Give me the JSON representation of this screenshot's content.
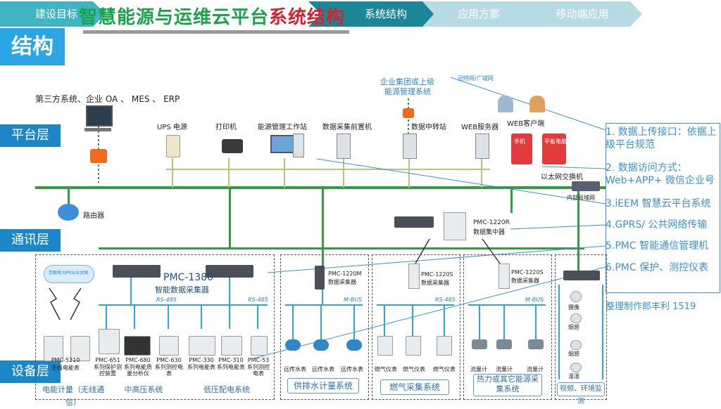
{
  "nav": {
    "tab1": "建设目标",
    "tab2": "系统结构",
    "tab3": "应用方案",
    "tab4": "移动端应用"
  },
  "title": {
    "part1": "智慧能源与运维云平台",
    "part2": "系统结构"
  },
  "section_tag": "结构",
  "layers": {
    "platform": "平台层",
    "comm": "通讯层",
    "device": "设备层"
  },
  "top": {
    "third_party": "第三方系统、企业 OA 、 MES 、 ERP",
    "enterprise": "企业集团或上级",
    "enterprise2": "能源管理系统",
    "internet": "因特网/广域网",
    "web_client": "WEB客户端",
    "ethernet_switch": "以太网交换机",
    "intranet": "内部局域网",
    "router": "路由器"
  },
  "platform_devices": [
    "UPS 电源",
    "打印机",
    "能源管理工作站",
    "数据采集前置机",
    "数据中转站",
    "WEB服务器"
  ],
  "mobile_labels": [
    "手机",
    "平板电脑"
  ],
  "collectors": {
    "pmc1380": "PMC-1380",
    "pmc1380_sub": "智能数据采集器",
    "pmc1220r": "PMC-1220R",
    "pmc1220r_sub": "数据集中器",
    "pmc1220m": "PMC-1220M",
    "pmc1220m_sub": "数据采集器",
    "pmc1220s": "PMC-1220S",
    "pmc1220s_sub": "数据采集器",
    "pmc1220s2": "PMC-1220S",
    "pmc1220s2_sub": "数据采集器",
    "cloud": "互联网 GPRS/以太网"
  },
  "buses": [
    "RS-485",
    "RS-485",
    "M-BUS",
    "RS-485",
    "M-BUS"
  ],
  "meters": {
    "m5210": "PMC-5210",
    "m5210_sub": "无线电能表",
    "m651": "PMC-651",
    "m651_sub": "系列保护测控装置",
    "m680": "PMC-680",
    "m680_sub": "系列电能质量分析仪",
    "m630": "PMC-630",
    "m630_sub": "系列测控电表",
    "m330": "PMC-330",
    "m330_sub": "系列电能表",
    "m310": "PMC-310",
    "m310_sub": "系列电能表",
    "m53": "PMC-53",
    "m53_sub": "系列测控电表",
    "water": [
      "远传水表",
      "远传水表",
      "远传水表"
    ],
    "gas": [
      "燃气仪表",
      "燃气仪表",
      "燃气仪表"
    ],
    "flow": [
      "流量计",
      "流量计",
      "流量计"
    ],
    "video": [
      "摄像",
      "烟感",
      "烟感",
      "温湿"
    ]
  },
  "categories": {
    "c1": "电能计量（无线通信）",
    "c2": "中高压系统",
    "c3": "低压配电系统",
    "c4": "供排水计量系统",
    "c5": "燃气采集系统",
    "c6": "热力或其它能源采集系统",
    "c7": "视频、环境监测"
  },
  "annotations": [
    "1. 数据上传接口：依据上级平台规范",
    "2. 数据访问方式：Web+APP+ 微信企业号",
    "3.iEEM 智慧云平台系统",
    "4.GPRS/ 公共网络传输",
    "5.PMC 智能通信管理机",
    "6.PMC 保护、测控仪表"
  ],
  "credit": "整理制作郎丰利 1519",
  "colors": {
    "nav_active": "#1b8698",
    "nav_inactive": "#b7dbe2",
    "title_green": "#1ba24a",
    "title_red": "#d4232f",
    "layer_blue": "#1b87c9",
    "bus_green": "#2f9e3b",
    "annotation_blue": "#3a8fd9"
  }
}
